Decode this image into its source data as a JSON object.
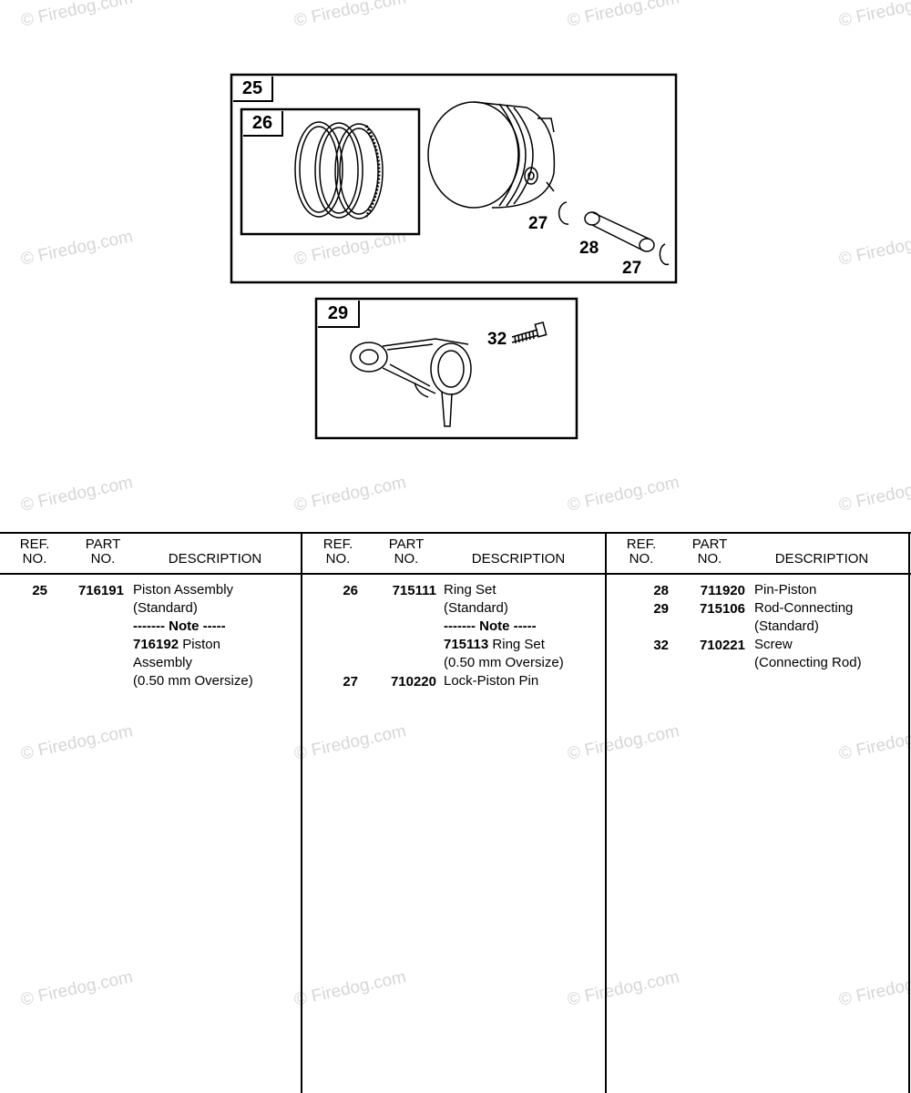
{
  "watermark": "© Firedog.com",
  "diagram": {
    "callouts": {
      "assembly_box": "25",
      "ring_set_box": "26",
      "lock_a": "27",
      "lock_b": "27",
      "pin": "28",
      "rod_box": "29",
      "screw": "32"
    }
  },
  "table": {
    "headers": {
      "ref": [
        "REF.",
        "NO."
      ],
      "part": [
        "PART",
        "NO."
      ],
      "description": "DESCRIPTION"
    },
    "columns": [
      {
        "rows": [
          {
            "ref": "25",
            "part": "716191",
            "desc": [
              "Piston Assembly",
              "(Standard)"
            ]
          },
          {
            "note_label": "------- Note -----",
            "note_part": "716192",
            "note_lines": [
              "Piston",
              "Assembly",
              "(0.50 mm Oversize)"
            ]
          }
        ]
      },
      {
        "rows": [
          {
            "ref": "26",
            "part": "715111",
            "desc": [
              "Ring Set",
              "(Standard)"
            ]
          },
          {
            "note_label": "------- Note -----",
            "note_part": "715113",
            "note_lines": [
              "Ring Set",
              "(0.50 mm Oversize)"
            ]
          },
          {
            "ref": "27",
            "part": "710220",
            "desc": [
              "Lock-Piston Pin"
            ]
          }
        ]
      },
      {
        "rows": [
          {
            "ref": "28",
            "part": "711920",
            "desc": [
              "Pin-Piston"
            ]
          },
          {
            "ref": "29",
            "part": "715106",
            "desc": [
              "Rod-Connecting",
              "(Standard)"
            ]
          },
          {
            "ref": "32",
            "part": "710221",
            "desc": [
              "Screw",
              "(Connecting Rod)"
            ]
          }
        ]
      }
    ]
  }
}
